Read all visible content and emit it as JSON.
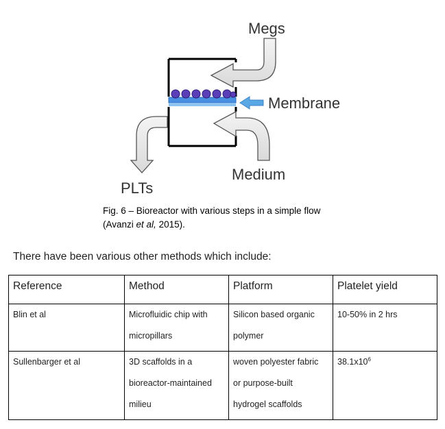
{
  "figure": {
    "labels": {
      "megs": "Megs",
      "membrane": "Membrane",
      "medium": "Medium",
      "plts": "PLTs"
    },
    "colors": {
      "membrane": "#4a90e2",
      "cells": "#5b3fb8",
      "arrow_blue": "#5aa7e6"
    },
    "caption_line1": "Fig. 6 – Bioreactor with various steps in a simple flow",
    "caption_line2_prefix": "(Avanzi ",
    "caption_line2_italic": "et al,",
    "caption_line2_suffix": " 2015)."
  },
  "intro": "There have been various other methods which include:",
  "table": {
    "headers": [
      "Reference",
      "Method",
      "Platform",
      "Platelet yield"
    ],
    "rows": [
      {
        "reference": "Blin et al",
        "method": [
          "Microfluidic chip with",
          "micropillars"
        ],
        "platform": [
          "Silicon based organic",
          "polymer"
        ],
        "yield": "10-50% in 2 hrs"
      },
      {
        "reference": "Sullenbarger et al",
        "method": [
          "3D scaffolds in a",
          "bioreactor-maintained",
          "milieu"
        ],
        "platform": [
          "woven polyester fabric",
          "or purpose-built",
          "hydrogel scaffolds"
        ],
        "yield_base": "38.1x10",
        "yield_exp": "6"
      }
    ]
  }
}
